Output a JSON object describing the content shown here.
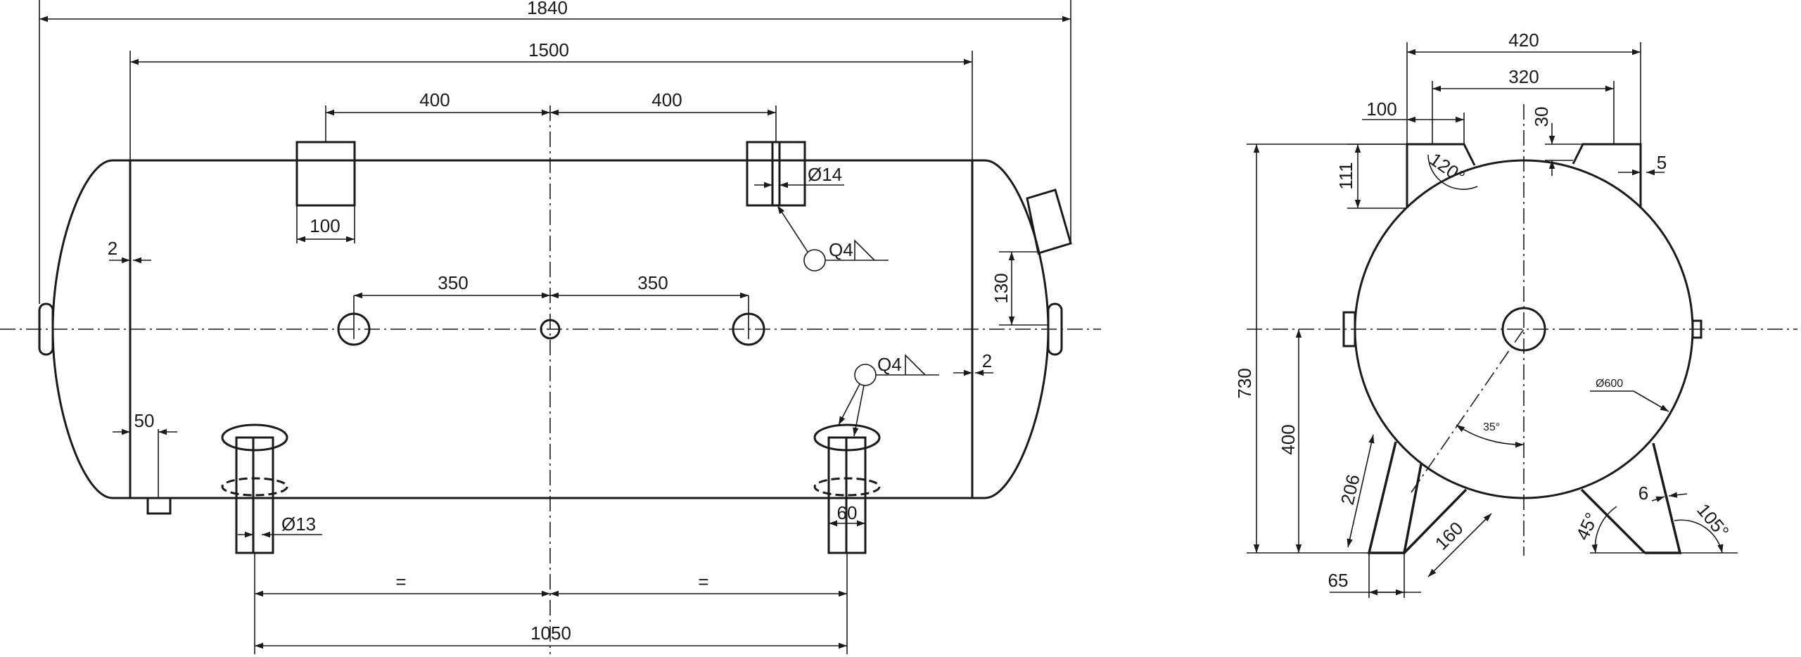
{
  "side_view": {
    "overall_length": "1840",
    "shell_length": "1500",
    "nozzle_spacing_left": "400",
    "nozzle_spacing_right": "400",
    "top_nozzle_width": "100",
    "top_nozzle_hole": "Ø14",
    "weld_symbol_top": "Q4",
    "head_thickness": "2",
    "hole_spacing_left": "350",
    "hole_spacing_right": "350",
    "outlet_height": "130",
    "weld_symbol_bottom": "Q4",
    "shell_thickness": "2",
    "drain_offset": "50",
    "leg_hole": "Ø13",
    "leg_width": "60",
    "equal_left": "=",
    "equal_right": "=",
    "leg_spacing": "1050"
  },
  "end_view": {
    "overall_width": "420",
    "inner_width": "320",
    "pad_width": "100",
    "pad_offset": "30",
    "pad_height": "111",
    "pad_gap": "5",
    "pad_angle": "120°",
    "overall_height": "730",
    "axis_height": "400",
    "diameter": "Ø600",
    "leg_angle_center": "35°",
    "leg_length": "206",
    "leg_span": "160",
    "foot_width": "65",
    "wall_thickness": "6",
    "foot_angle": "45°",
    "leg_angle": "105°"
  }
}
